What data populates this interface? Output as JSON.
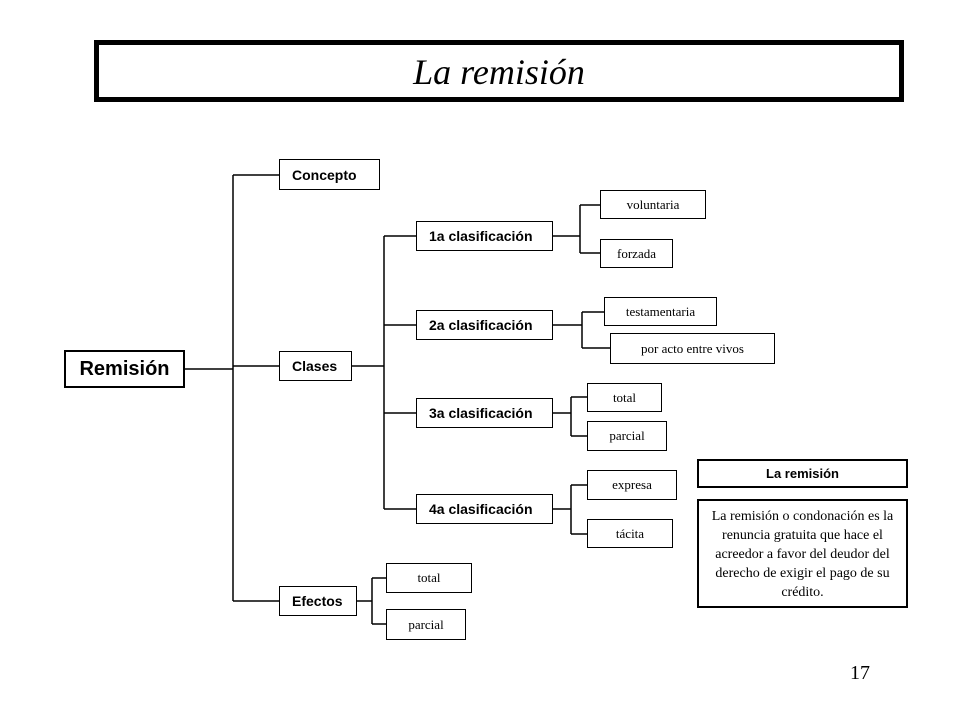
{
  "title": "La remisión",
  "diagram": {
    "root": "Remisión",
    "branches": {
      "concepto": "Concepto",
      "clases": "Clases",
      "efectos": "Efectos"
    },
    "clasificaciones": [
      {
        "label": "1a clasificación",
        "options": [
          "voluntaria",
          "forzada"
        ]
      },
      {
        "label": "2a clasificación",
        "options": [
          "testamentaria",
          "por acto entre vivos"
        ]
      },
      {
        "label": "3a clasificación",
        "options": [
          "total",
          "parcial"
        ]
      },
      {
        "label": "4a clasificación",
        "options": [
          "expresa",
          "tácita"
        ]
      }
    ],
    "efectos_options": [
      "total",
      "parcial"
    ]
  },
  "definition": {
    "title": "La remisión",
    "text": "La remisión o condonación es la renuncia gratuita que hace el acreedor a favor del deudor del derecho de exigir el pago de su crédito."
  },
  "page_number": "17"
}
